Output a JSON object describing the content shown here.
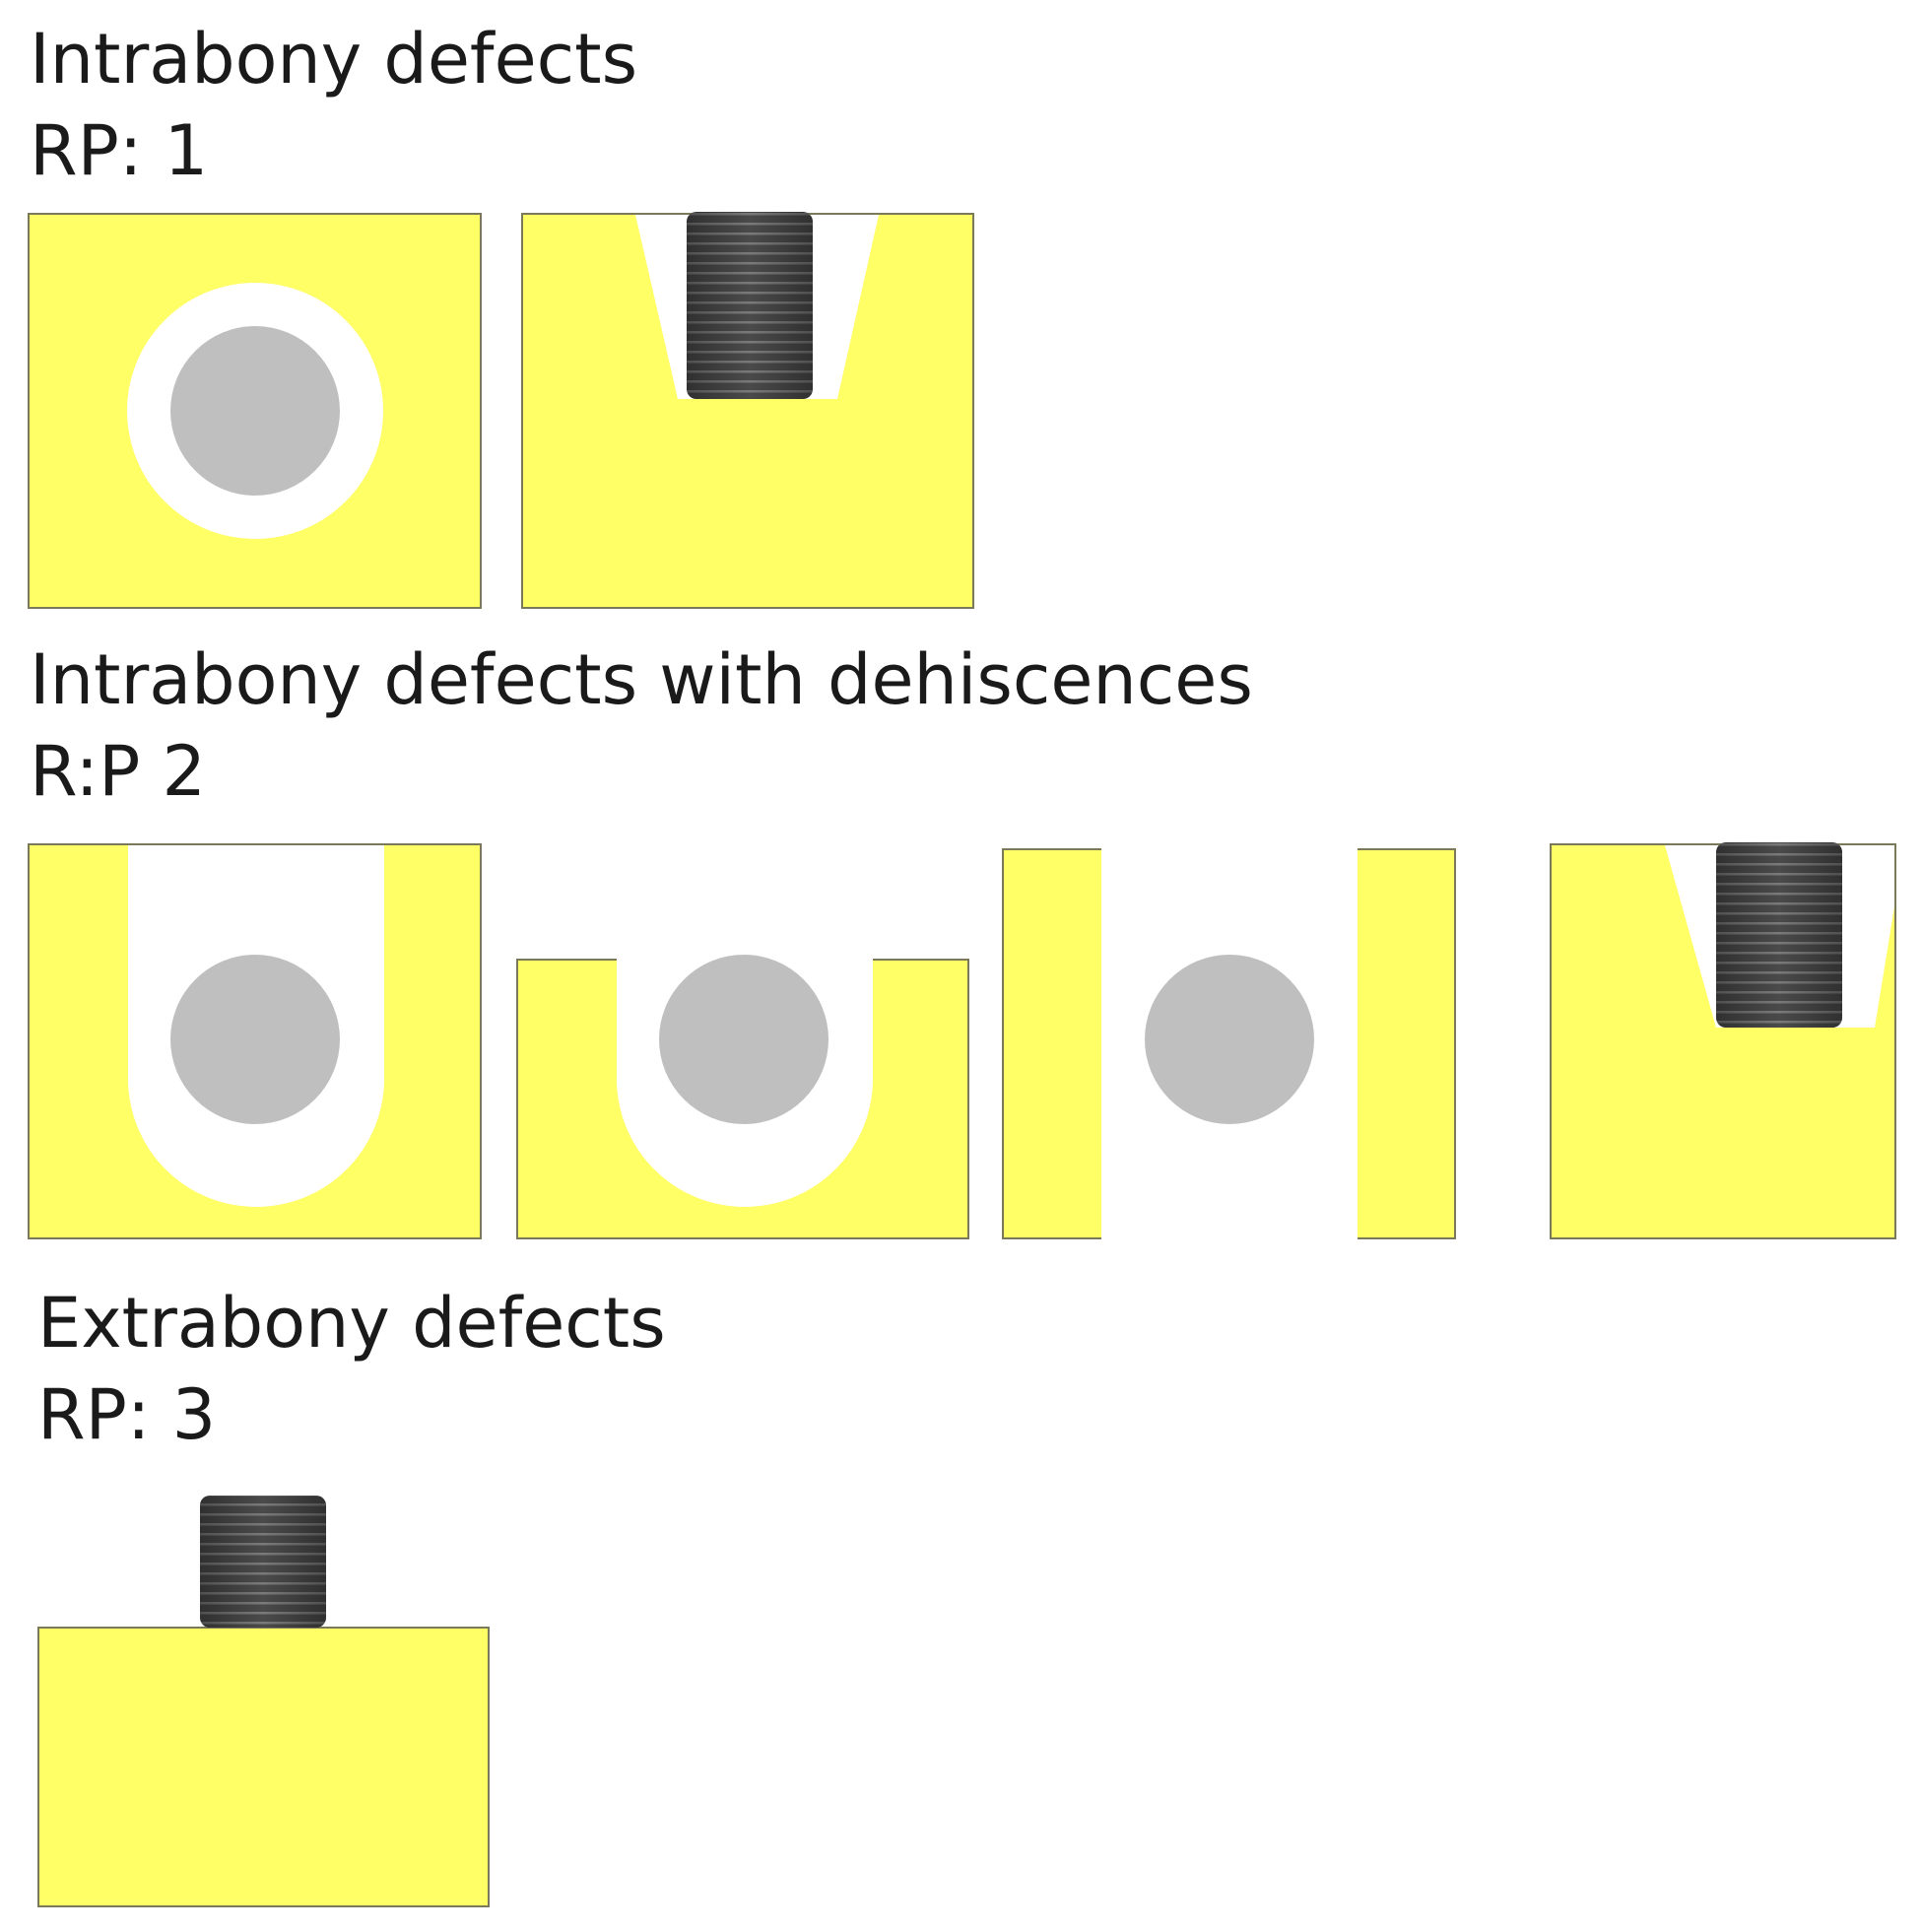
{
  "sections": [
    {
      "title": "Intrabony defects",
      "label": "RP: 1"
    },
    {
      "title": "Intrabony defects with dehiscences",
      "label": "R:P 2"
    },
    {
      "title": "Extrabony defects",
      "label": "RP: 3"
    }
  ],
  "colors": {
    "bone": "#ffff66",
    "defect": "#ffffff",
    "root": "#bfbfbf",
    "implant": "#4a4a4a",
    "implant_thread": "#7a7a7a",
    "outline": "#7a7a5a",
    "text": "#1a1a1a"
  },
  "icons": [
    "root-cross-section",
    "threaded-implant"
  ]
}
